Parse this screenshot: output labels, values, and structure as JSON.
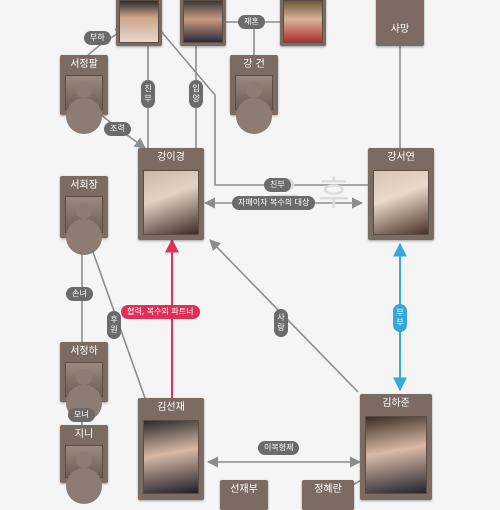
{
  "colors": {
    "card": "#7b6b62",
    "line": "#8d8d8d",
    "label": "#6b6b6b",
    "partner": "#e0305a",
    "cousins": "#38a8d8"
  },
  "icons": {
    "portrait_icon": "person-photo",
    "placeholder_icon": "person-silhouette"
  },
  "watermark": "유 후",
  "people": {
    "man_top_a": "",
    "man_top_b": "",
    "woman_top": "",
    "samang": "사망",
    "seo_jeongpal": "서정팔",
    "gang_geon": "강 건",
    "gang_ikyeong": "강이경",
    "gang_seoyeon": "강서연",
    "seo_hoejang": "서회장",
    "seo_jeongha": "서정하",
    "jini": "지니",
    "kim_seonjae": "김선재",
    "kim_hajun": "김하준",
    "seonjae_father": "선재부",
    "jeong_hyeran": "정혜란"
  },
  "relations": {
    "buha": "부하",
    "jaehon": "재혼",
    "chinbu_v": "친부",
    "ipyang": "입양",
    "joryeok": "조력",
    "chinbu_h": "친부",
    "sisters_revenge": "자매이자 복수의 대상",
    "sonnyeo": "손녀",
    "huwon": "후원",
    "partner": "협력, 복수의 파트너",
    "sarang": "사랑",
    "bubu": "부부",
    "monyeo": "모녀",
    "ibok": "이복형제"
  }
}
